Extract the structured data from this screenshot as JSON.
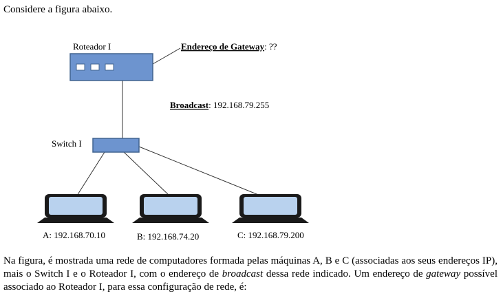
{
  "intro_text": "Considere a figura abaixo.",
  "diagram": {
    "router": {
      "label": "Roteador I",
      "gateway_label": "Endereço de Gateway",
      "gateway_value": ": ??"
    },
    "broadcast": {
      "label": "Broadcast",
      "value": ":  192.168.79.255"
    },
    "switch": {
      "label": "Switch I"
    },
    "computers": [
      {
        "label": "A: 192.168.70.10"
      },
      {
        "label": "B: 192.168.74.20"
      },
      {
        "label": "C: 192.168.79.200"
      }
    ],
    "colors": {
      "device_fill": "#6d94cf",
      "device_stroke": "#41638f",
      "screen_fill": "#b9d2ee",
      "laptop_body": "#1a1a1a"
    }
  },
  "paragraph": {
    "p1": "Na figura, é mostrada uma rede de computadores formada pelas máquinas A, B e C (associadas aos seus endereços IP), mais o Switch I e o Roteador I, com o endereço de ",
    "p1_italic": "broadcast",
    "p2": " dessa rede indicado. Um endereço de ",
    "p2_italic": "gateway",
    "p3": " possível associado ao Roteador I, para essa configuração de rede, é:"
  }
}
